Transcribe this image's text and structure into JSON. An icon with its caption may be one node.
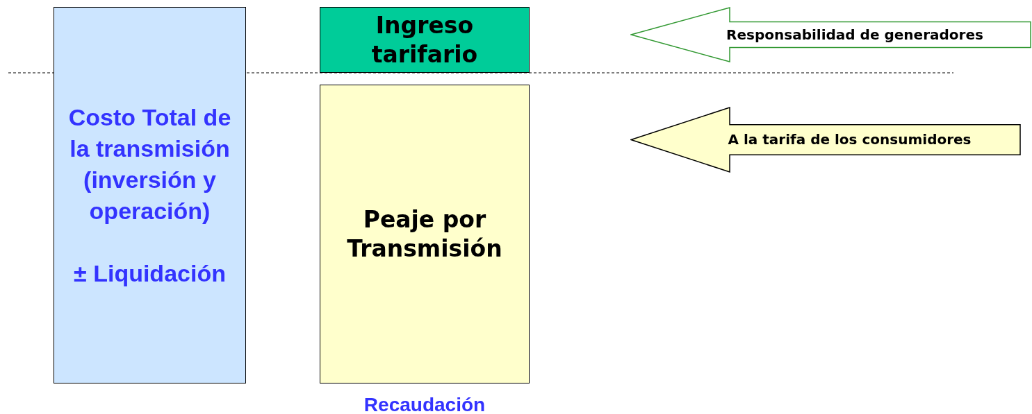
{
  "diagram": {
    "nodes": [
      {
        "text": [
          "Costo Total de la transmisión (inversión y operación)",
          "± Liquidación"
        ]
      },
      {
        "text": [
          "Ingreso tarifario"
        ]
      },
      {
        "text": [
          "Peaje por Transmisión"
        ],
        "beside": [
          "Recaudación"
        ]
      },
      {
        "text": [
          "Responsabilidad de generadores"
        ]
      },
      {
        "text": [
          "A la tarifa de los consumidores"
        ]
      }
    ]
  }
}
